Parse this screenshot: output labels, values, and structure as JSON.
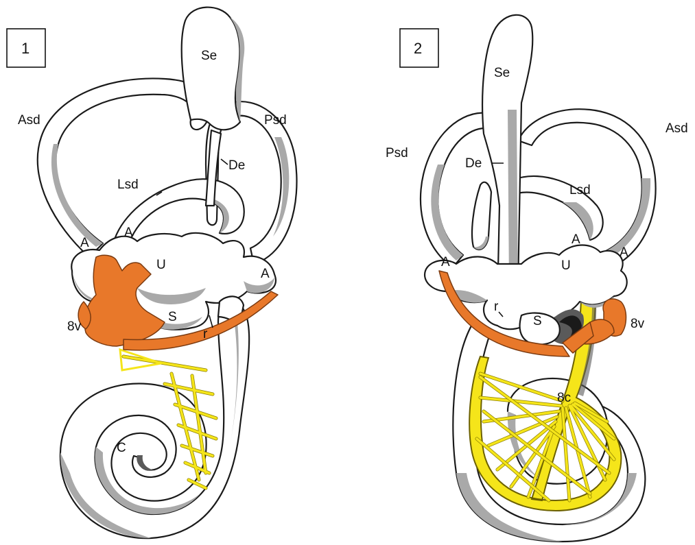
{
  "panels": [
    {
      "number": "1",
      "labels": {
        "se": "Se",
        "asd": "Asd",
        "psd": "Psd",
        "de": "De",
        "lsd": "Lsd",
        "a1": "A",
        "a2": "A",
        "a3": "A",
        "u": "U",
        "s": "S",
        "r": "r",
        "v8": "8v",
        "c": "C"
      }
    },
    {
      "number": "2",
      "labels": {
        "se": "Se",
        "psd": "Psd",
        "de": "De",
        "asd": "Asd",
        "lsd": "Lsd",
        "a1": "A",
        "a2": "A",
        "a3": "A",
        "u": "U",
        "r": "r",
        "s": "S",
        "v8": "8v",
        "c8": "8c"
      }
    }
  ],
  "colors": {
    "vestibular_nerve": "#e8782a",
    "cochlear_nerve": "#f5e51a",
    "structure_fill": "#ffffff",
    "outline": "#1a1a1a"
  }
}
